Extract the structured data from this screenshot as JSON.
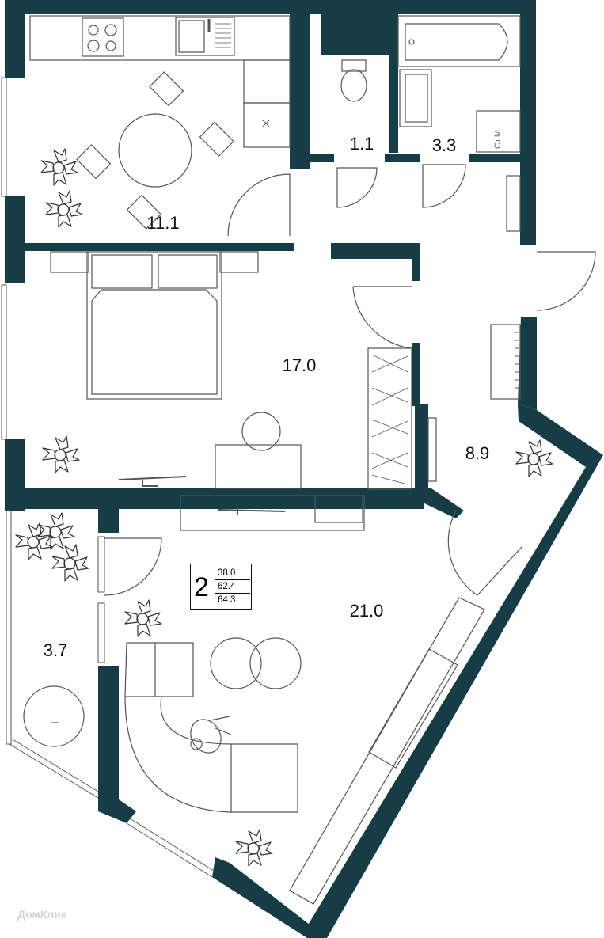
{
  "rooms": {
    "kitchen": "11.1",
    "wc": "1.1",
    "bathroom": "3.3",
    "bedroom": "17.0",
    "hall": "8.9",
    "living": "21.0",
    "balcony": "3.7"
  },
  "summary": {
    "room_count": "2",
    "living_area": "38.0",
    "total_area": "62.4",
    "total_with_balcony": "64.3"
  },
  "fixtures": {
    "washer_label": "Ст.М."
  },
  "watermark": "ДомКлик",
  "colors": {
    "wall": "#163c46",
    "line": "#555555",
    "background": "#ffffff"
  }
}
